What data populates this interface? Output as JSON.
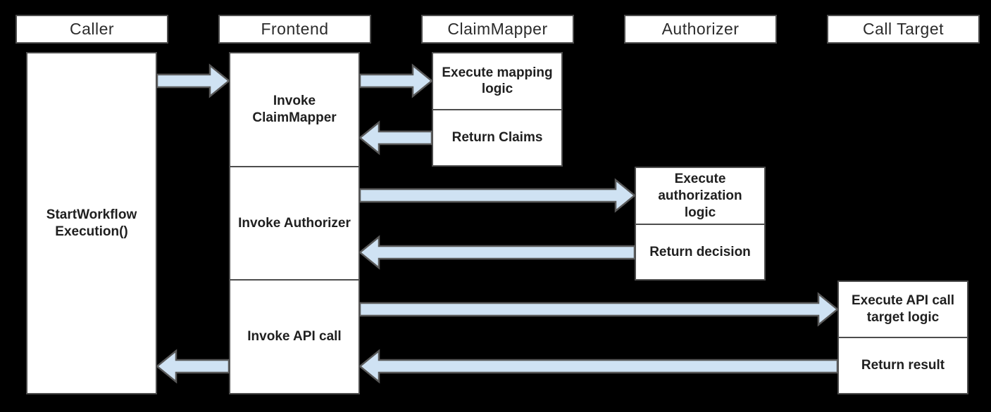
{
  "colors": {
    "background": "#000000",
    "box_fill": "#ffffff",
    "box_border": "#4d4d4d",
    "arrow_fill": "#cfe2f3",
    "arrow_stroke": "#595959",
    "text": "#1f1f1f"
  },
  "lanes": [
    {
      "id": "caller",
      "label": "Caller"
    },
    {
      "id": "frontend",
      "label": "Frontend"
    },
    {
      "id": "claimmapper",
      "label": "ClaimMapper"
    },
    {
      "id": "authorizer",
      "label": "Authorizer"
    },
    {
      "id": "calltarget",
      "label": "Call Target"
    }
  ],
  "caller": {
    "activation_label": "StartWorkflow Execution()"
  },
  "frontend": {
    "steps": [
      {
        "label": "Invoke ClaimMapper"
      },
      {
        "label": "Invoke Authorizer"
      },
      {
        "label": "Invoke API call"
      }
    ]
  },
  "claimmapper": {
    "steps": [
      {
        "label": "Execute mapping logic"
      },
      {
        "label": "Return Claims"
      }
    ]
  },
  "authorizer": {
    "steps": [
      {
        "label": "Execute authorization logic"
      },
      {
        "label": "Return decision"
      }
    ]
  },
  "calltarget": {
    "steps": [
      {
        "label": "Execute API call target logic"
      },
      {
        "label": "Return result"
      }
    ]
  },
  "flows": [
    {
      "from": "caller",
      "to": "frontend"
    },
    {
      "from": "frontend",
      "to": "claimmapper"
    },
    {
      "from": "claimmapper",
      "to": "frontend"
    },
    {
      "from": "frontend",
      "to": "authorizer"
    },
    {
      "from": "authorizer",
      "to": "frontend"
    },
    {
      "from": "frontend",
      "to": "calltarget"
    },
    {
      "from": "calltarget",
      "to": "frontend"
    },
    {
      "from": "frontend",
      "to": "caller"
    }
  ]
}
